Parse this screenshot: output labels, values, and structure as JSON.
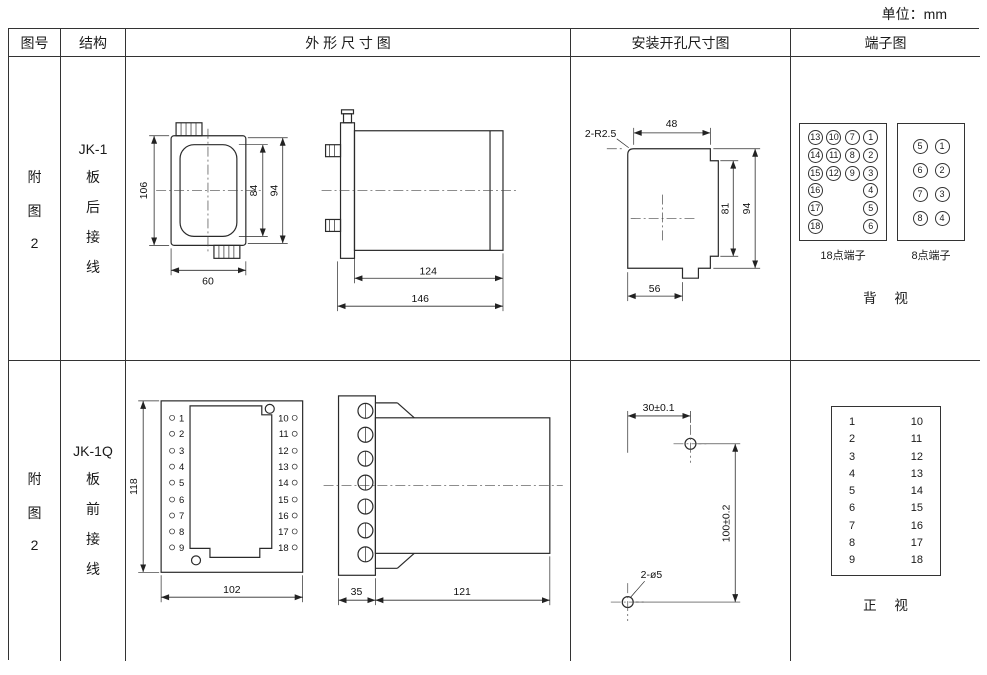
{
  "unit_label": "单位：mm",
  "header": {
    "fig_no": "图号",
    "structure": "结构",
    "outline": "外 形 尺 寸 图",
    "mounting": "安装开孔尺寸图",
    "terminal": "端子图"
  },
  "row1": {
    "fig_lines": [
      "附",
      "图",
      "2"
    ],
    "structure_lines": [
      "JK-1",
      "板",
      "后",
      "接",
      "线"
    ],
    "outline_dims": {
      "height": "106",
      "inner_height": "84",
      "bezel_height": "94",
      "width": "60",
      "body_depth": "124",
      "total_depth": "146"
    },
    "mounting_dims": {
      "corner": "2-R2.5",
      "top_width": "48",
      "inner_height": "81",
      "outer_height": "94",
      "bottom_width": "56"
    },
    "terminal": {
      "t18_rows": [
        [
          "13",
          "10",
          "7",
          "1"
        ],
        [
          "14",
          "11",
          "8",
          "2"
        ],
        [
          "15",
          "12",
          "9",
          "3"
        ],
        [
          "16",
          "4"
        ],
        [
          "17",
          "5"
        ],
        [
          "18",
          "6"
        ]
      ],
      "t8_rows": [
        [
          "5",
          "1"
        ],
        [
          "6",
          "2"
        ],
        [
          "7",
          "3"
        ],
        [
          "8",
          "4"
        ]
      ],
      "t18_label": "18点端子",
      "t8_label": "8点端子",
      "view_label": "背 视"
    }
  },
  "row2": {
    "fig_lines": [
      "附",
      "图",
      "2"
    ],
    "structure_lines": [
      "JK-1Q",
      "板",
      "前",
      "接",
      "线"
    ],
    "front_terminals": {
      "left": [
        "1",
        "2",
        "3",
        "4",
        "5",
        "6",
        "7",
        "8",
        "9"
      ],
      "right": [
        "10",
        "11",
        "12",
        "13",
        "14",
        "15",
        "16",
        "17",
        "18"
      ]
    },
    "outline_dims": {
      "height": "118",
      "width": "102",
      "strip_depth": "35",
      "body_depth": "121"
    },
    "mounting_dims": {
      "h_offset": "30±0.1",
      "v_offset": "100±0.2",
      "holes": "2-ø5"
    },
    "terminal": {
      "left": [
        "1",
        "2",
        "3",
        "4",
        "5",
        "6",
        "7",
        "8",
        "9"
      ],
      "right": [
        "10",
        "11",
        "12",
        "13",
        "14",
        "15",
        "16",
        "17",
        "18"
      ],
      "view_label": "正 视"
    }
  }
}
